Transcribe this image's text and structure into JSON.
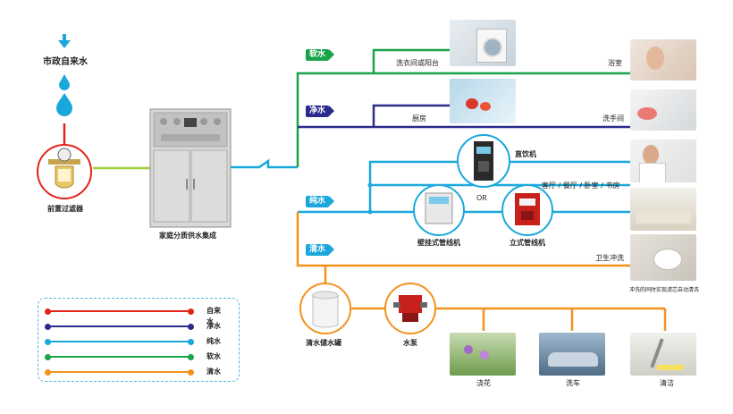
{
  "source": {
    "label": "市政自来水"
  },
  "prefilter": {
    "label": "前置过滤器"
  },
  "unit": {
    "label": "家庭分质供水集成"
  },
  "lines": {
    "soft": {
      "tag": "软水",
      "color": "#19a34a"
    },
    "purified": {
      "tag": "净水",
      "color": "#2a2b8c"
    },
    "pure": {
      "tag": "纯水",
      "color": "#1aa8dc"
    },
    "clear": {
      "tag": "清水",
      "color": "#f2921c"
    },
    "tap": {
      "color": "#e2231a"
    }
  },
  "destinations": {
    "laundry": "洗衣间或阳台",
    "bathroom": "浴室",
    "kitchen": "厨房",
    "washroom": "洗手间",
    "dispenser": "直饮机",
    "or": "OR",
    "rooms": "客厅 / 餐厅 / 卧室 / 书房",
    "wall_machine": "壁挂式管线机",
    "standing_machine": "立式管线机",
    "toilet": "卫生冲洗",
    "toilet_note": "冲洗的同时实现滤芯自动清洗",
    "tank": "清水储水罐",
    "pump": "水泵",
    "watering": "浇花",
    "carwash": "洗车",
    "cleaning": "清洁"
  },
  "legend": [
    {
      "label": "自来水",
      "color": "#e2231a"
    },
    {
      "label": "净水",
      "color": "#2a2b8c"
    },
    {
      "label": "纯水",
      "color": "#1aa8dc"
    },
    {
      "label": "软水",
      "color": "#19a34a"
    },
    {
      "label": "清水",
      "color": "#f2921c"
    }
  ]
}
